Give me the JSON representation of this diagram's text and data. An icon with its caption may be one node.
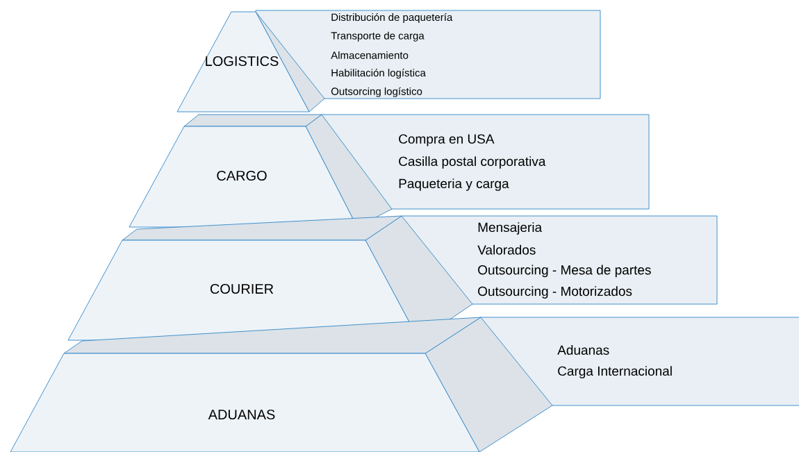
{
  "diagram": {
    "nodes": [
      {
        "text": [
          "LOGISTICS"
        ]
      },
      {
        "text": [
          "Distribución de paquetería",
          "Transporte de carga",
          "Almacenamiento",
          "Habilitación logística",
          "Outsorcing logístico"
        ]
      },
      {
        "text": [
          "CARGO"
        ]
      },
      {
        "text": [
          "Compra en USA",
          "Casilla postal corporativa",
          "Paqueteria y carga"
        ]
      },
      {
        "text": [
          "COURIER"
        ]
      },
      {
        "text": [
          "Mensajeria",
          "Valorados",
          "Outsourcing - Mesa de partes",
          "Outsourcing - Motorizados"
        ]
      },
      {
        "text": [
          "ADUANAS"
        ]
      },
      {
        "text": [
          "Aduanas",
          "Carga Internacional"
        ]
      }
    ]
  }
}
